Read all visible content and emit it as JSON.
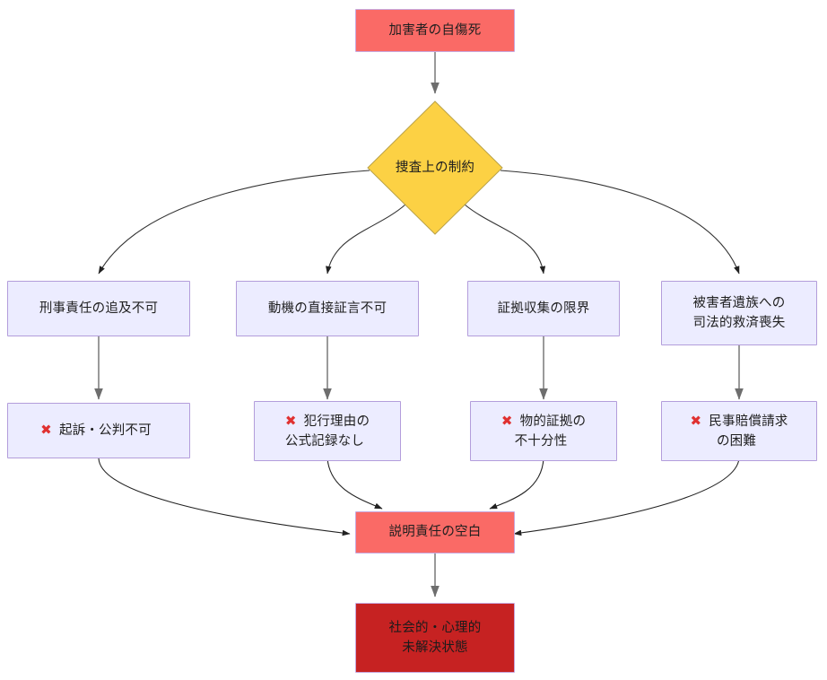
{
  "diagram": {
    "type": "flowchart",
    "title": "",
    "direction": "top-down",
    "colors": {
      "trigger_fill": "#fa6a66",
      "decision_fill": "#fcd144",
      "consequence_fill": "#ececff",
      "consequence_border": "#b39ddb",
      "outcome_fill": "#fa6a66",
      "final_fill": "#c62222",
      "edge_stroke": "#333333",
      "edge_stroke_gray": "#808080",
      "x_mark_color": "#e03131"
    }
  },
  "nodes": {
    "trigger": {
      "id": "n-trigger",
      "label": "加害者の自傷死",
      "shape": "rect",
      "style": "red"
    },
    "decision": {
      "id": "n-decision",
      "label": "捜査上の制約",
      "shape": "diamond",
      "style": "yellow"
    },
    "c1": {
      "id": "n-c1",
      "label": "刑事責任の追及不可",
      "shape": "rect",
      "style": "lavender"
    },
    "c2": {
      "id": "n-c2",
      "label": "動機の直接証言不可",
      "shape": "rect",
      "style": "lavender"
    },
    "c3": {
      "id": "n-c3",
      "label": "証拠収集の限界",
      "shape": "rect",
      "style": "lavender"
    },
    "c4": {
      "id": "n-c4",
      "label": "被害者遺族への\n司法的救済喪失",
      "shape": "rect",
      "style": "lavender"
    },
    "x1": {
      "id": "n-x1",
      "icon": "x-mark-icon",
      "marker": "✖",
      "label": "起訴・公判不可",
      "shape": "rect",
      "style": "lavender"
    },
    "x2": {
      "id": "n-x2",
      "icon": "x-mark-icon",
      "marker": "✖",
      "label": "犯行理由の\n公式記録なし",
      "shape": "rect",
      "style": "lavender"
    },
    "x3": {
      "id": "n-x3",
      "icon": "x-mark-icon",
      "marker": "✖",
      "label": "物的証拠の\n不十分性",
      "shape": "rect",
      "style": "lavender"
    },
    "x4": {
      "id": "n-x4",
      "icon": "x-mark-icon",
      "marker": "✖",
      "label": "民事賠償請求\nの困難",
      "shape": "rect",
      "style": "lavender"
    },
    "gap": {
      "id": "n-gap",
      "label": "説明責任の空白",
      "shape": "rect",
      "style": "red"
    },
    "final": {
      "id": "n-final",
      "label": "社会的・心理的\n未解決状態",
      "shape": "rect",
      "style": "darkred"
    }
  },
  "edges": [
    {
      "from": "trigger",
      "to": "decision",
      "style": "straight-gray"
    },
    {
      "from": "decision",
      "to": "c1",
      "style": "curved"
    },
    {
      "from": "decision",
      "to": "c2",
      "style": "curved"
    },
    {
      "from": "decision",
      "to": "c3",
      "style": "curved"
    },
    {
      "from": "decision",
      "to": "c4",
      "style": "curved"
    },
    {
      "from": "c1",
      "to": "x1",
      "style": "straight-gray"
    },
    {
      "from": "c2",
      "to": "x2",
      "style": "straight-gray"
    },
    {
      "from": "c3",
      "to": "x3",
      "style": "straight-gray"
    },
    {
      "from": "c4",
      "to": "x4",
      "style": "straight-gray"
    },
    {
      "from": "x1",
      "to": "gap",
      "style": "curved"
    },
    {
      "from": "x2",
      "to": "gap",
      "style": "curved"
    },
    {
      "from": "x3",
      "to": "gap",
      "style": "curved"
    },
    {
      "from": "x4",
      "to": "gap",
      "style": "curved"
    },
    {
      "from": "gap",
      "to": "final",
      "style": "straight-gray"
    }
  ]
}
